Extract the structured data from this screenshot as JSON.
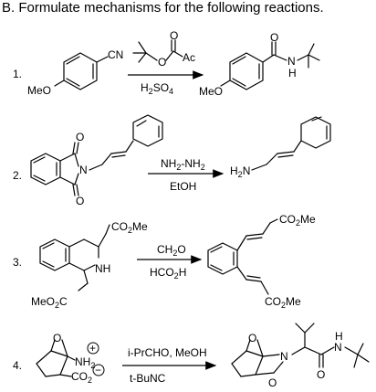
{
  "title": "B. Formulate mechanisms for the following reactions.",
  "reactions": [
    {
      "number": "1.",
      "reagent_top": "",
      "reagent_bottom": "H2SO4",
      "labels": {
        "ome_left": "MeO",
        "cn": "CN",
        "ac": "Ac",
        "o_ester": "O",
        "o_carbonyl": "O",
        "ome_right": "MeO",
        "o_amide": "O",
        "n": "N",
        "h": "H"
      }
    },
    {
      "number": "2.",
      "reagent_top": "NH2-NH2",
      "reagent_bottom": "EtOH",
      "labels": {
        "o_top": "O",
        "o_bottom": "O",
        "n": "N",
        "h2n": "H2N"
      }
    },
    {
      "number": "3.",
      "reagent_top": "CH2O",
      "reagent_bottom": "HCO2H",
      "labels": {
        "co2me_top": "CO2Me",
        "nh": "NH",
        "meo2c": "MeO2C",
        "co2me_prod_top": "CO2Me",
        "co2me_prod_bottom": "CO2Me"
      }
    },
    {
      "number": "4.",
      "reagent_top": "i-PrCHO, MeOH",
      "reagent_bottom": "t-BuNC",
      "labels": {
        "o_bridge": "O",
        "nh2": "NH2",
        "plus": "+",
        "co2": "CO2",
        "minus": "−",
        "o_bridge_prod": "O",
        "n_ring": "N",
        "o_lactam": "O",
        "o_amide": "O",
        "n_amide": "N",
        "h": "H"
      }
    }
  ]
}
